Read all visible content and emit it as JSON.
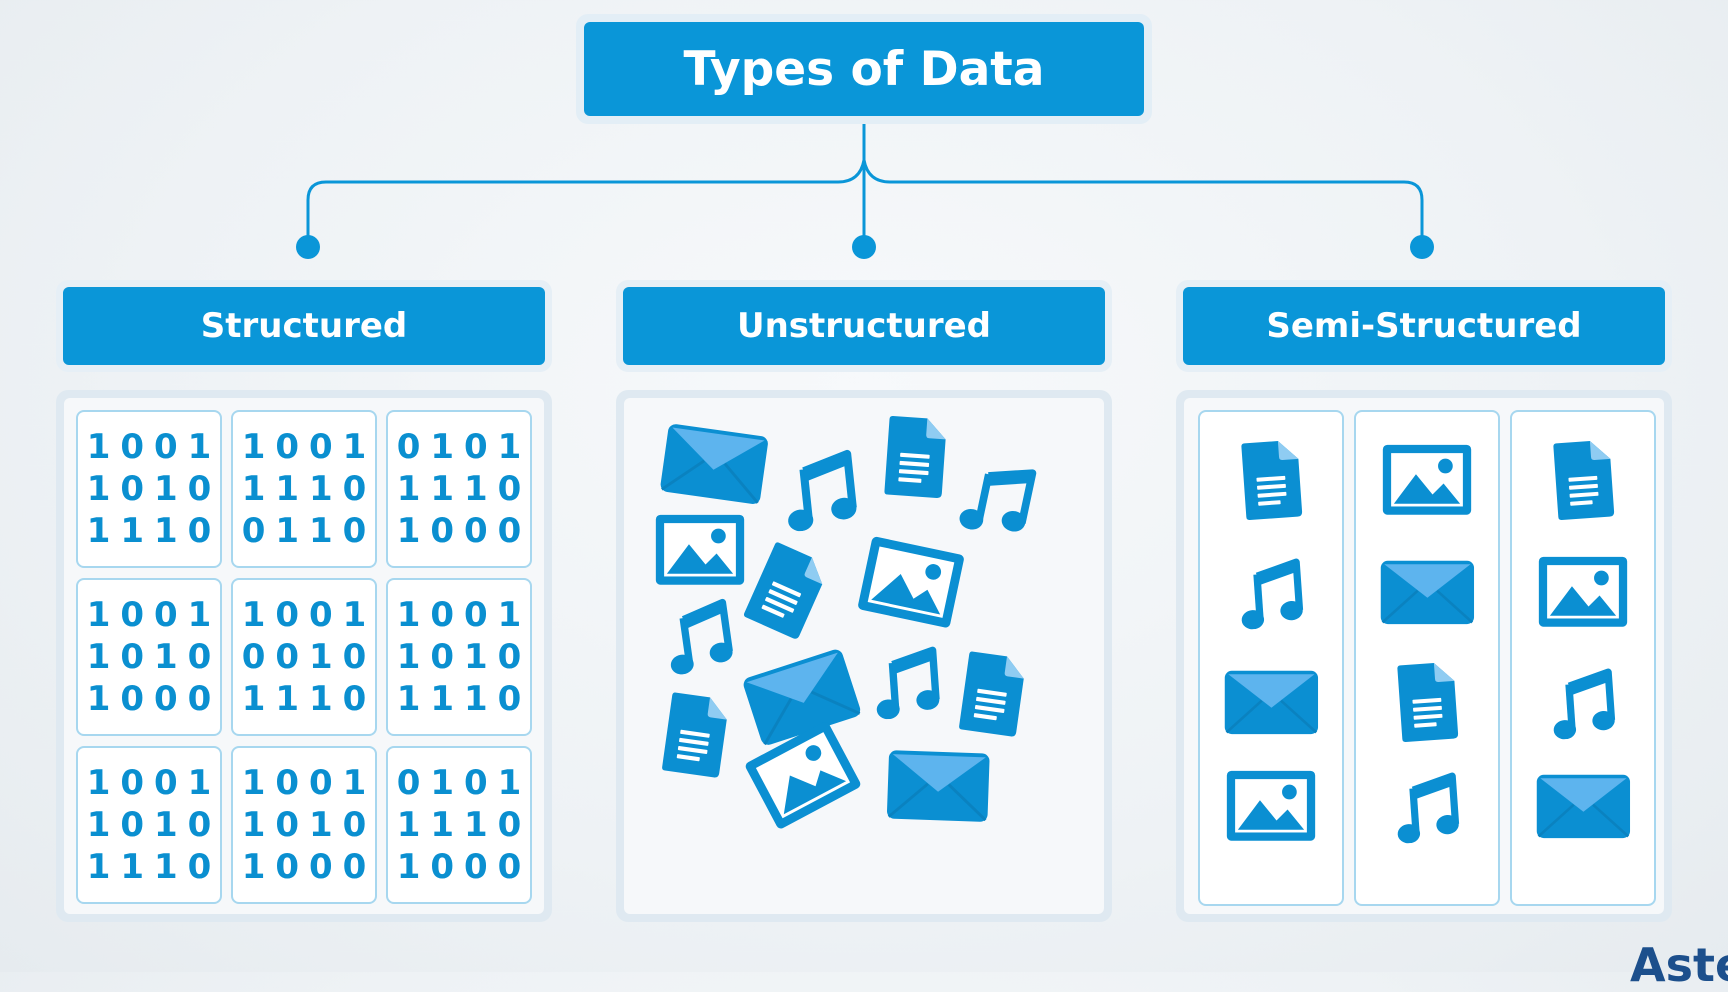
{
  "title": "Types of Data",
  "columns": [
    {
      "heading": "Structured"
    },
    {
      "heading": "Unstructured"
    },
    {
      "heading": "Semi-Structured"
    }
  ],
  "binary_cells": [
    [
      "1001",
      "1010",
      "1110"
    ],
    [
      "1001",
      "1110",
      "0110"
    ],
    [
      "0101",
      "1110",
      "1000"
    ],
    [
      "1001",
      "1010",
      "1000"
    ],
    [
      "1001",
      "0010",
      "1110"
    ],
    [
      "1001",
      "1010",
      "1110"
    ],
    [
      "1001",
      "1010",
      "1110"
    ],
    [
      "1001",
      "1010",
      "1000"
    ],
    [
      "0101",
      "1110",
      "1000"
    ]
  ],
  "unstructured_icons": [
    "email-icon",
    "music-note-icon",
    "document-icon",
    "music-note-icon",
    "image-icon",
    "document-icon",
    "image-icon",
    "music-note-icon",
    "email-icon",
    "music-note-icon",
    "document-icon",
    "document-icon",
    "image-icon",
    "email-icon"
  ],
  "semi_structured_columns": [
    [
      "document-icon",
      "music-note-icon",
      "email-icon",
      "image-icon"
    ],
    [
      "image-icon",
      "email-icon",
      "document-icon",
      "music-note-icon"
    ],
    [
      "document-icon",
      "image-icon",
      "music-note-icon",
      "email-icon"
    ]
  ],
  "colors": {
    "accent": "#0a96d8",
    "icon": "#0b8fd2",
    "icon_light": "#5db4ee",
    "border": "#a7d7ef"
  },
  "logo_text": "Aste"
}
